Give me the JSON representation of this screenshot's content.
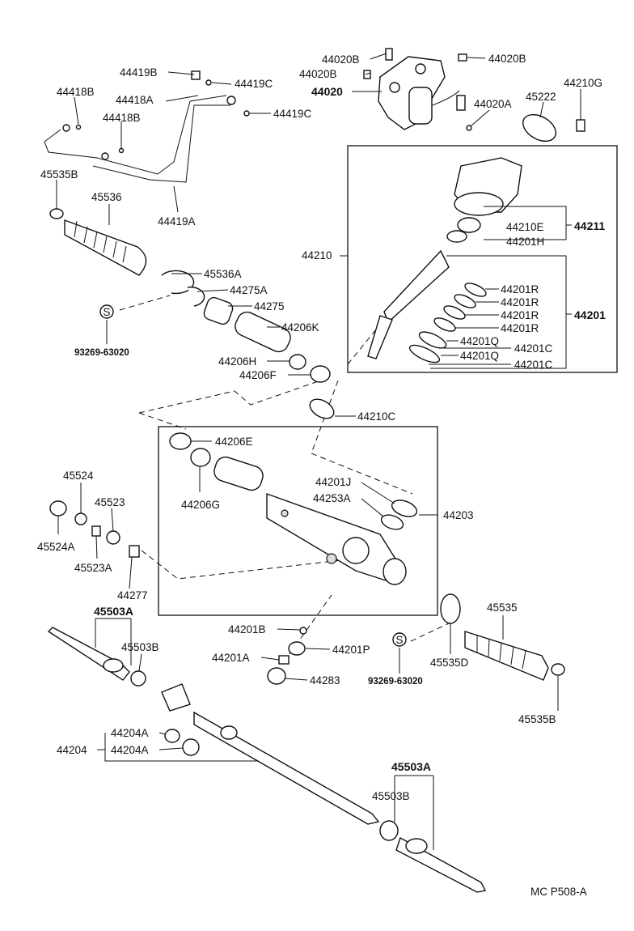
{
  "labels": {
    "l44020B_a": "44020B",
    "l44020B_b": "44020B",
    "l44020B_c": "44020B",
    "l44020": "44020",
    "l44020A": "44020A",
    "l45222": "45222",
    "l44210G": "44210G",
    "l44419B": "44419B",
    "l44419C_a": "44419C",
    "l44419C_b": "44419C",
    "l44418B_a": "44418B",
    "l44418B_b": "44418B",
    "l44418A": "44418A",
    "l45535B_a": "45535B",
    "l45536": "45536",
    "l44419A": "44419A",
    "l44210E": "44210E",
    "l44211": "44211",
    "l44201H": "44201H",
    "l44210": "44210",
    "l44201R_1": "44201R",
    "l44201R_2": "44201R",
    "l44201R_3": "44201R",
    "l44201R_4": "44201R",
    "l44201": "44201",
    "l44201Q_1": "44201Q",
    "l44201Q_2": "44201Q",
    "l44201C_1": "44201C",
    "l44201C_2": "44201C",
    "l45536A": "45536A",
    "l44275A": "44275A",
    "l44275": "44275",
    "l44206K": "44206K",
    "l44206H": "44206H",
    "l44206F": "44206F",
    "l93269_a": "93269-63020",
    "l44210C": "44210C",
    "l44206E": "44206E",
    "l44206G": "44206G",
    "l44201J": "44201J",
    "l44253A": "44253A",
    "l44203": "44203",
    "l45524": "45524",
    "l45523": "45523",
    "l45524A": "45524A",
    "l45523A": "45523A",
    "l44277": "44277",
    "l45503A_a": "45503A",
    "l45503B_a": "45503B",
    "l44201B": "44201B",
    "l44201A": "44201A",
    "l44201P": "44201P",
    "l44283": "44283",
    "l45535": "45535",
    "l45535D": "45535D",
    "l93269_b": "93269-63020",
    "l45535B_b": "45535B",
    "l44204A_a": "44204A",
    "l44204A_b": "44204A",
    "l44204": "44204",
    "l45503A_b": "45503A",
    "l45503B_b": "45503B",
    "lS_a": "S",
    "lS_b": "S"
  },
  "footer": "MC  P508-A"
}
